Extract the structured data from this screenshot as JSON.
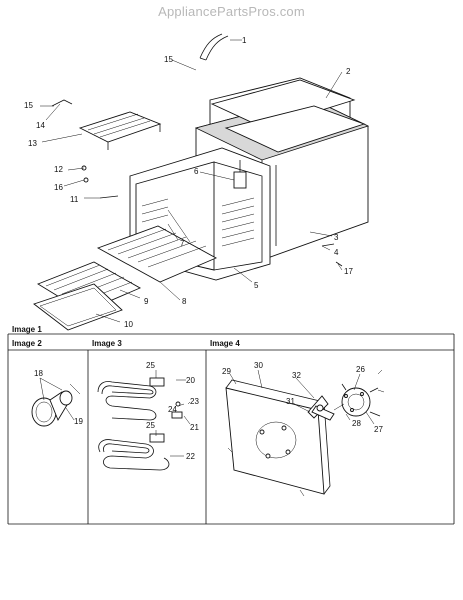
{
  "watermark": "AppliancePartsPros.com",
  "sections": {
    "image1": "Image 1",
    "image2": "Image 2",
    "image3": "Image 3",
    "image4": "Image 4"
  },
  "callouts": {
    "c1": "1",
    "c2": "2",
    "c3": "3",
    "c4": "4",
    "c5": "5",
    "c6": "6",
    "c7": "7",
    "c8": "8",
    "c9": "9",
    "c10": "10",
    "c11": "11",
    "c12": "12",
    "c13": "13",
    "c14": "14",
    "c15a": "15",
    "c15b": "15",
    "c16": "16",
    "c17": "17",
    "c18": "18",
    "c19": "19",
    "c20": "20",
    "c21": "21",
    "c22": "22",
    "c23": "23",
    "c24": "24",
    "c25a": "25",
    "c25b": "25",
    "c26": "26",
    "c27": "27",
    "c28": "28",
    "c29": "29",
    "c30": "30",
    "c31": "31",
    "c32": "32"
  }
}
